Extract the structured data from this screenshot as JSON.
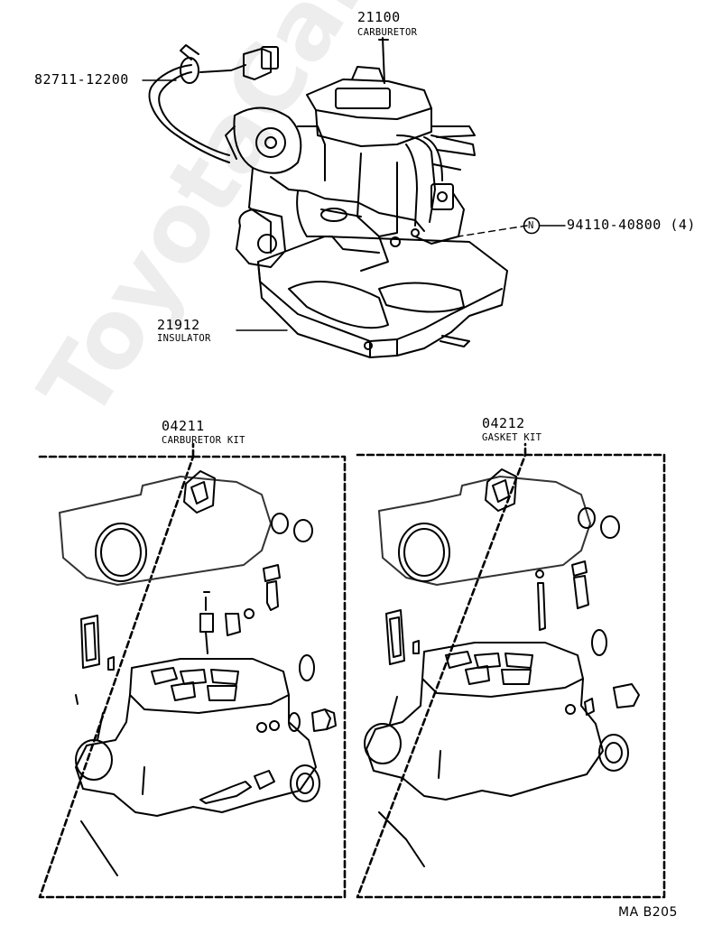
{
  "watermark": "ToyotaCarMine.ru",
  "parts": {
    "carburetor": {
      "number": "21100",
      "name": "CARBURETOR"
    },
    "hose": {
      "number": "82711-12200"
    },
    "nut": {
      "symbol": "N",
      "number": "94110-40800 (4)"
    },
    "insulator": {
      "number": "21912",
      "name": "INSULATOR"
    }
  },
  "kits": [
    {
      "number": "04211",
      "name": "CARBURETOR KIT"
    },
    {
      "number": "04212",
      "name": "GASKET KIT"
    }
  ],
  "diagram_code": "MA B205"
}
